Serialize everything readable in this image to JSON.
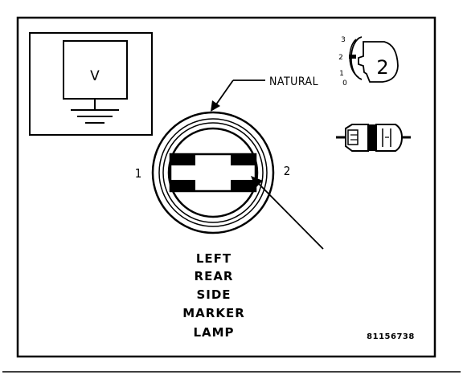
{
  "meter": {
    "label": "V"
  },
  "wire": {
    "label": "NATURAL"
  },
  "pins": {
    "left": "1",
    "right": "2"
  },
  "view_indicator": {
    "positions": [
      "3",
      "2",
      "1",
      "0"
    ],
    "badge": "2"
  },
  "component": {
    "lines": [
      "LEFT",
      "REAR",
      "SIDE",
      "MARKER",
      "LAMP"
    ]
  },
  "figure": {
    "code": "81156738"
  },
  "colors": {
    "ink": "#000000",
    "paper": "#ffffff"
  }
}
